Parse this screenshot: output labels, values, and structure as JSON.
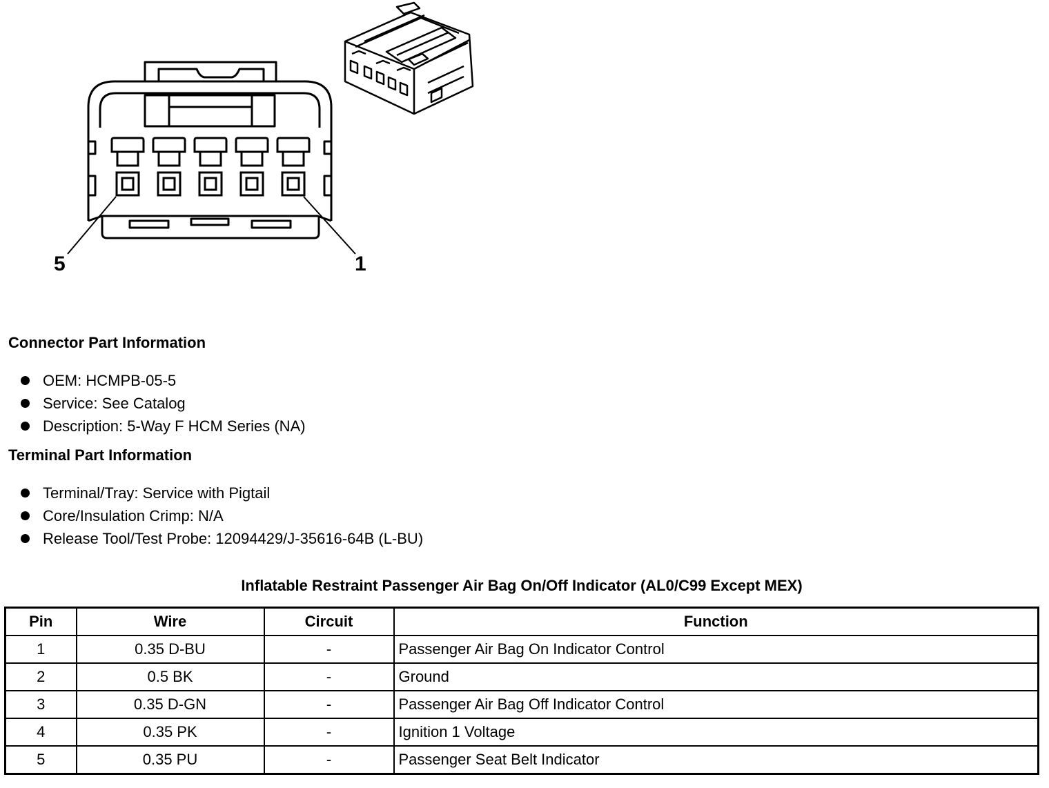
{
  "diagram": {
    "pin_label_left": "5",
    "pin_label_right": "1"
  },
  "connector_info": {
    "heading": "Connector Part Information",
    "items": [
      "OEM: HCMPB-05-5",
      "Service: See Catalog",
      "Description: 5-Way F HCM Series (NA)"
    ]
  },
  "terminal_info": {
    "heading": "Terminal Part Information",
    "items": [
      "Terminal/Tray: Service with Pigtail",
      "Core/Insulation Crimp: N/A",
      "Release Tool/Test Probe: 12094429/J-35616-64B (L-BU)"
    ]
  },
  "table": {
    "title": "Inflatable Restraint Passenger Air Bag On/Off Indicator (AL0/C99 Except MEX)",
    "headers": {
      "pin": "Pin",
      "wire": "Wire",
      "circuit": "Circuit",
      "function": "Function"
    },
    "rows": [
      {
        "pin": "1",
        "wire": "0.35 D-BU",
        "circuit": "-",
        "function": "Passenger Air Bag On Indicator Control"
      },
      {
        "pin": "2",
        "wire": "0.5 BK",
        "circuit": "-",
        "function": "Ground"
      },
      {
        "pin": "3",
        "wire": "0.35 D-GN",
        "circuit": "-",
        "function": "Passenger Air Bag Off Indicator Control"
      },
      {
        "pin": "4",
        "wire": "0.35 PK",
        "circuit": "-",
        "function": "Ignition 1 Voltage"
      },
      {
        "pin": "5",
        "wire": "0.35 PU",
        "circuit": "-",
        "function": "Passenger Seat Belt Indicator"
      }
    ]
  }
}
